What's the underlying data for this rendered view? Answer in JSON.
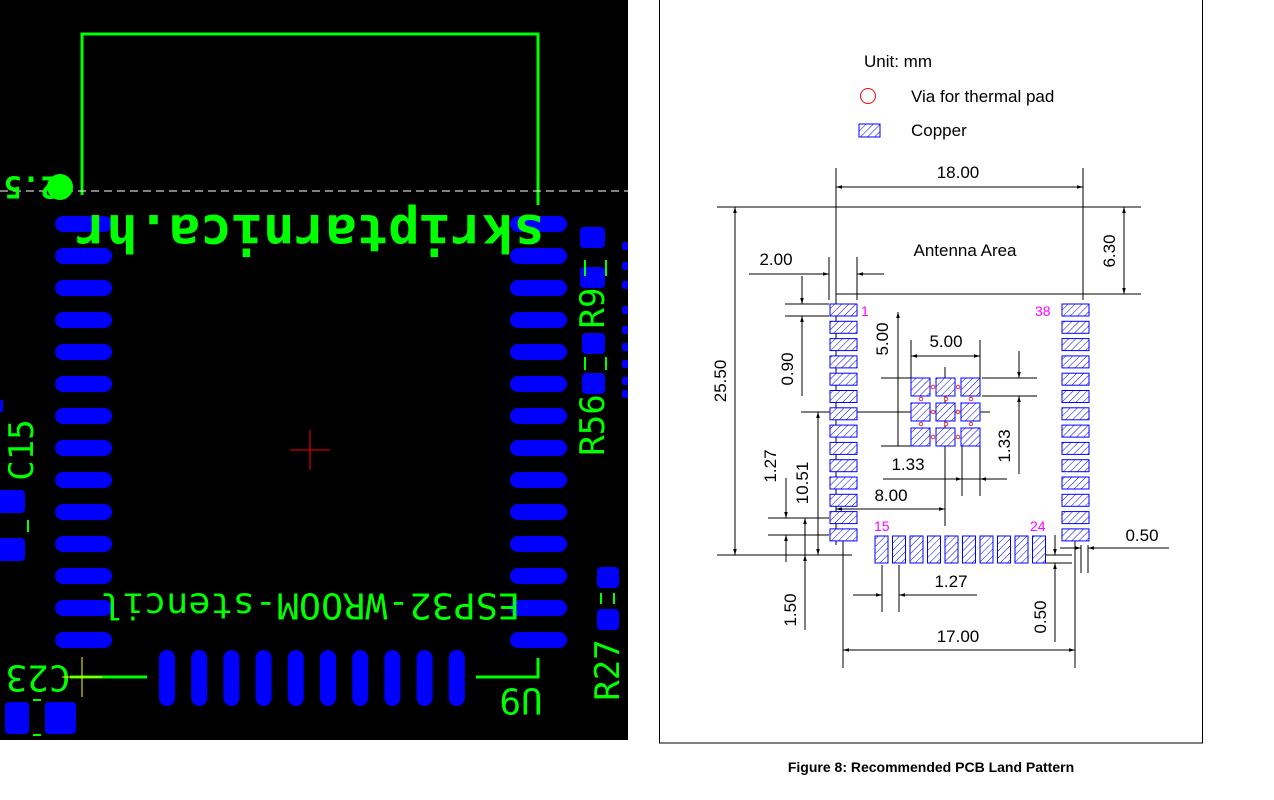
{
  "pcb": {
    "silkscreen": {
      "logo_text": "skriptarnica.hr",
      "part_text": "ESP32-WROOM-stencil",
      "ref_designator": "U9",
      "dimension_label": "2.5"
    },
    "designators": {
      "c15": "C15",
      "c23": "C23",
      "r9": "R9",
      "r56": "R56",
      "r27": "R27"
    },
    "colors": {
      "background": "#000000",
      "silkscreen": "#00ff00",
      "pads": "#0000ff",
      "origin_cross": "#ff0000",
      "cursor": "#ffff00"
    }
  },
  "datasheet": {
    "legend": {
      "unit": "Unit: mm",
      "via_label": "Via for thermal pad",
      "copper_label": "Copper"
    },
    "antenna_area": "Antenna Area",
    "pin_labels": {
      "pin1": "1",
      "pin15": "15",
      "pin24": "24",
      "pin38": "38"
    },
    "dimensions": {
      "width_total": "18.00",
      "antenna_height": "6.30",
      "pad_length": "2.00",
      "pad_width": "0.90",
      "height_total": "25.50",
      "thermal_size": "5.00",
      "thermal_size_v": "5.00",
      "thermal_pitch_h": "1.33",
      "thermal_pitch_v": "1.33",
      "pitch_v": "1.27",
      "thermal_offset_v": "10.51",
      "thermal_offset_h": "8.00",
      "edge_right": "0.50",
      "bottom_offset": "1.50",
      "pitch_h": "1.27",
      "edge_bottom": "0.50",
      "bottom_span": "17.00"
    },
    "caption": "Figure 8: Recommended PCB Land Pattern",
    "colors": {
      "pads": "#0000ff",
      "via": "#ff0000",
      "pin_numbers": "#ff00ff"
    }
  }
}
